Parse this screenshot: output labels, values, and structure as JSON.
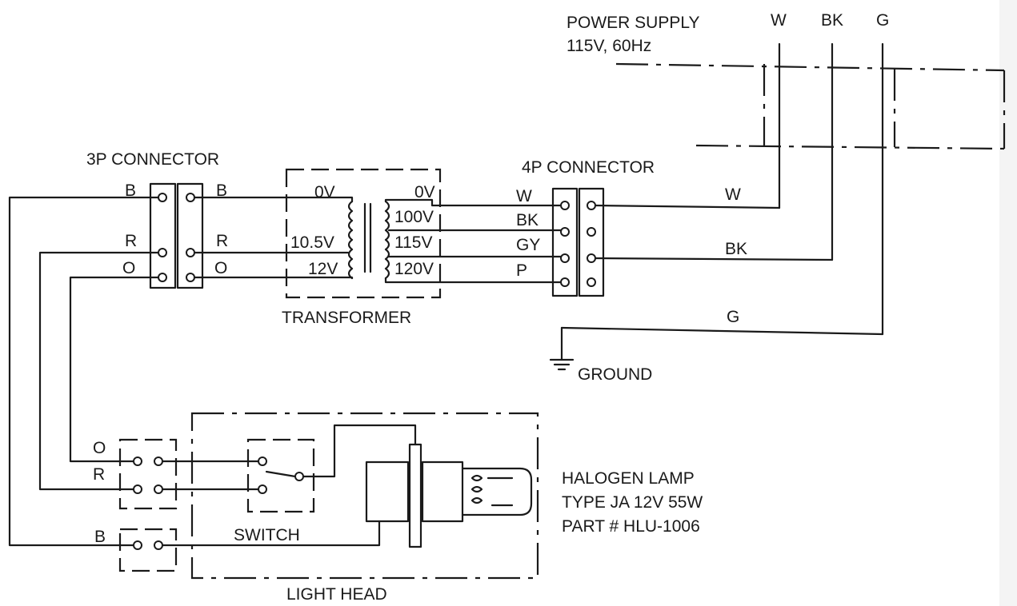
{
  "power_supply": {
    "title": "POWER SUPPLY",
    "spec": "115V, 60Hz",
    "wires": [
      "W",
      "BK",
      "G"
    ]
  },
  "connector_3p": {
    "title": "3P CONNECTOR",
    "left_labels": [
      "B",
      "R",
      "O"
    ],
    "right_labels": [
      "B",
      "R",
      "O"
    ]
  },
  "transformer": {
    "title": "TRANSFORMER",
    "primary_taps": [
      "0V",
      "100V",
      "115V",
      "120V"
    ],
    "secondary_taps": [
      "0V",
      "10.5V",
      "12V"
    ]
  },
  "connector_4p": {
    "title": "4P CONNECTOR",
    "left_labels": [
      "W",
      "BK",
      "GY",
      "P"
    ],
    "right_labels": [
      "W",
      "BK"
    ]
  },
  "ground": {
    "wire_label": "G",
    "label": "GROUND"
  },
  "light_head": {
    "title": "LIGHT HEAD",
    "connector_labels": [
      "O",
      "R",
      "B"
    ],
    "switch_label": "SWITCH"
  },
  "lamp": {
    "line1": "HALOGEN  LAMP",
    "line2": "TYPE JA 12V 55W",
    "line3": "PART # HLU-1006"
  }
}
